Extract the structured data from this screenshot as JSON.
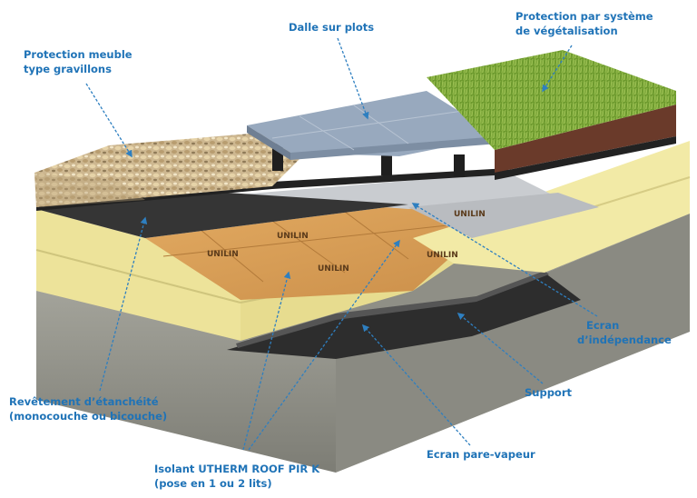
{
  "labels": {
    "protection_meuble": {
      "line1": "Protection meuble",
      "line2": "type gravillons"
    },
    "dalle": {
      "line1": "Dalle sur plots"
    },
    "vegetalisation": {
      "line1": "Protection par système",
      "line2": "de végétalisation"
    },
    "ecran_independance": {
      "line1": "Ecran",
      "line2": "d’indépendance"
    },
    "support": {
      "line1": "Support"
    },
    "revetement": {
      "line1": "Revêtement d’étanchéité",
      "line2": "(monocouche ou bicouche)"
    },
    "ecran_pare_vapeur": {
      "line1": "Ecran pare-vapeur"
    },
    "isolant": {
      "line1": "Isolant UTHERM ROOF PIR K",
      "line2": "(pose en 1 ou 2 lits)"
    }
  },
  "panel_brand": "UNILIN",
  "colors": {
    "label_text": "#1f73b7",
    "arrow": "#2e7fc0",
    "insulation": "#f2eaa6",
    "foil": "#d9a15a",
    "concrete": "#9a9a90",
    "membrane": "#3a3a3a",
    "paving": "#98a9be",
    "grass": "#7da63a"
  }
}
